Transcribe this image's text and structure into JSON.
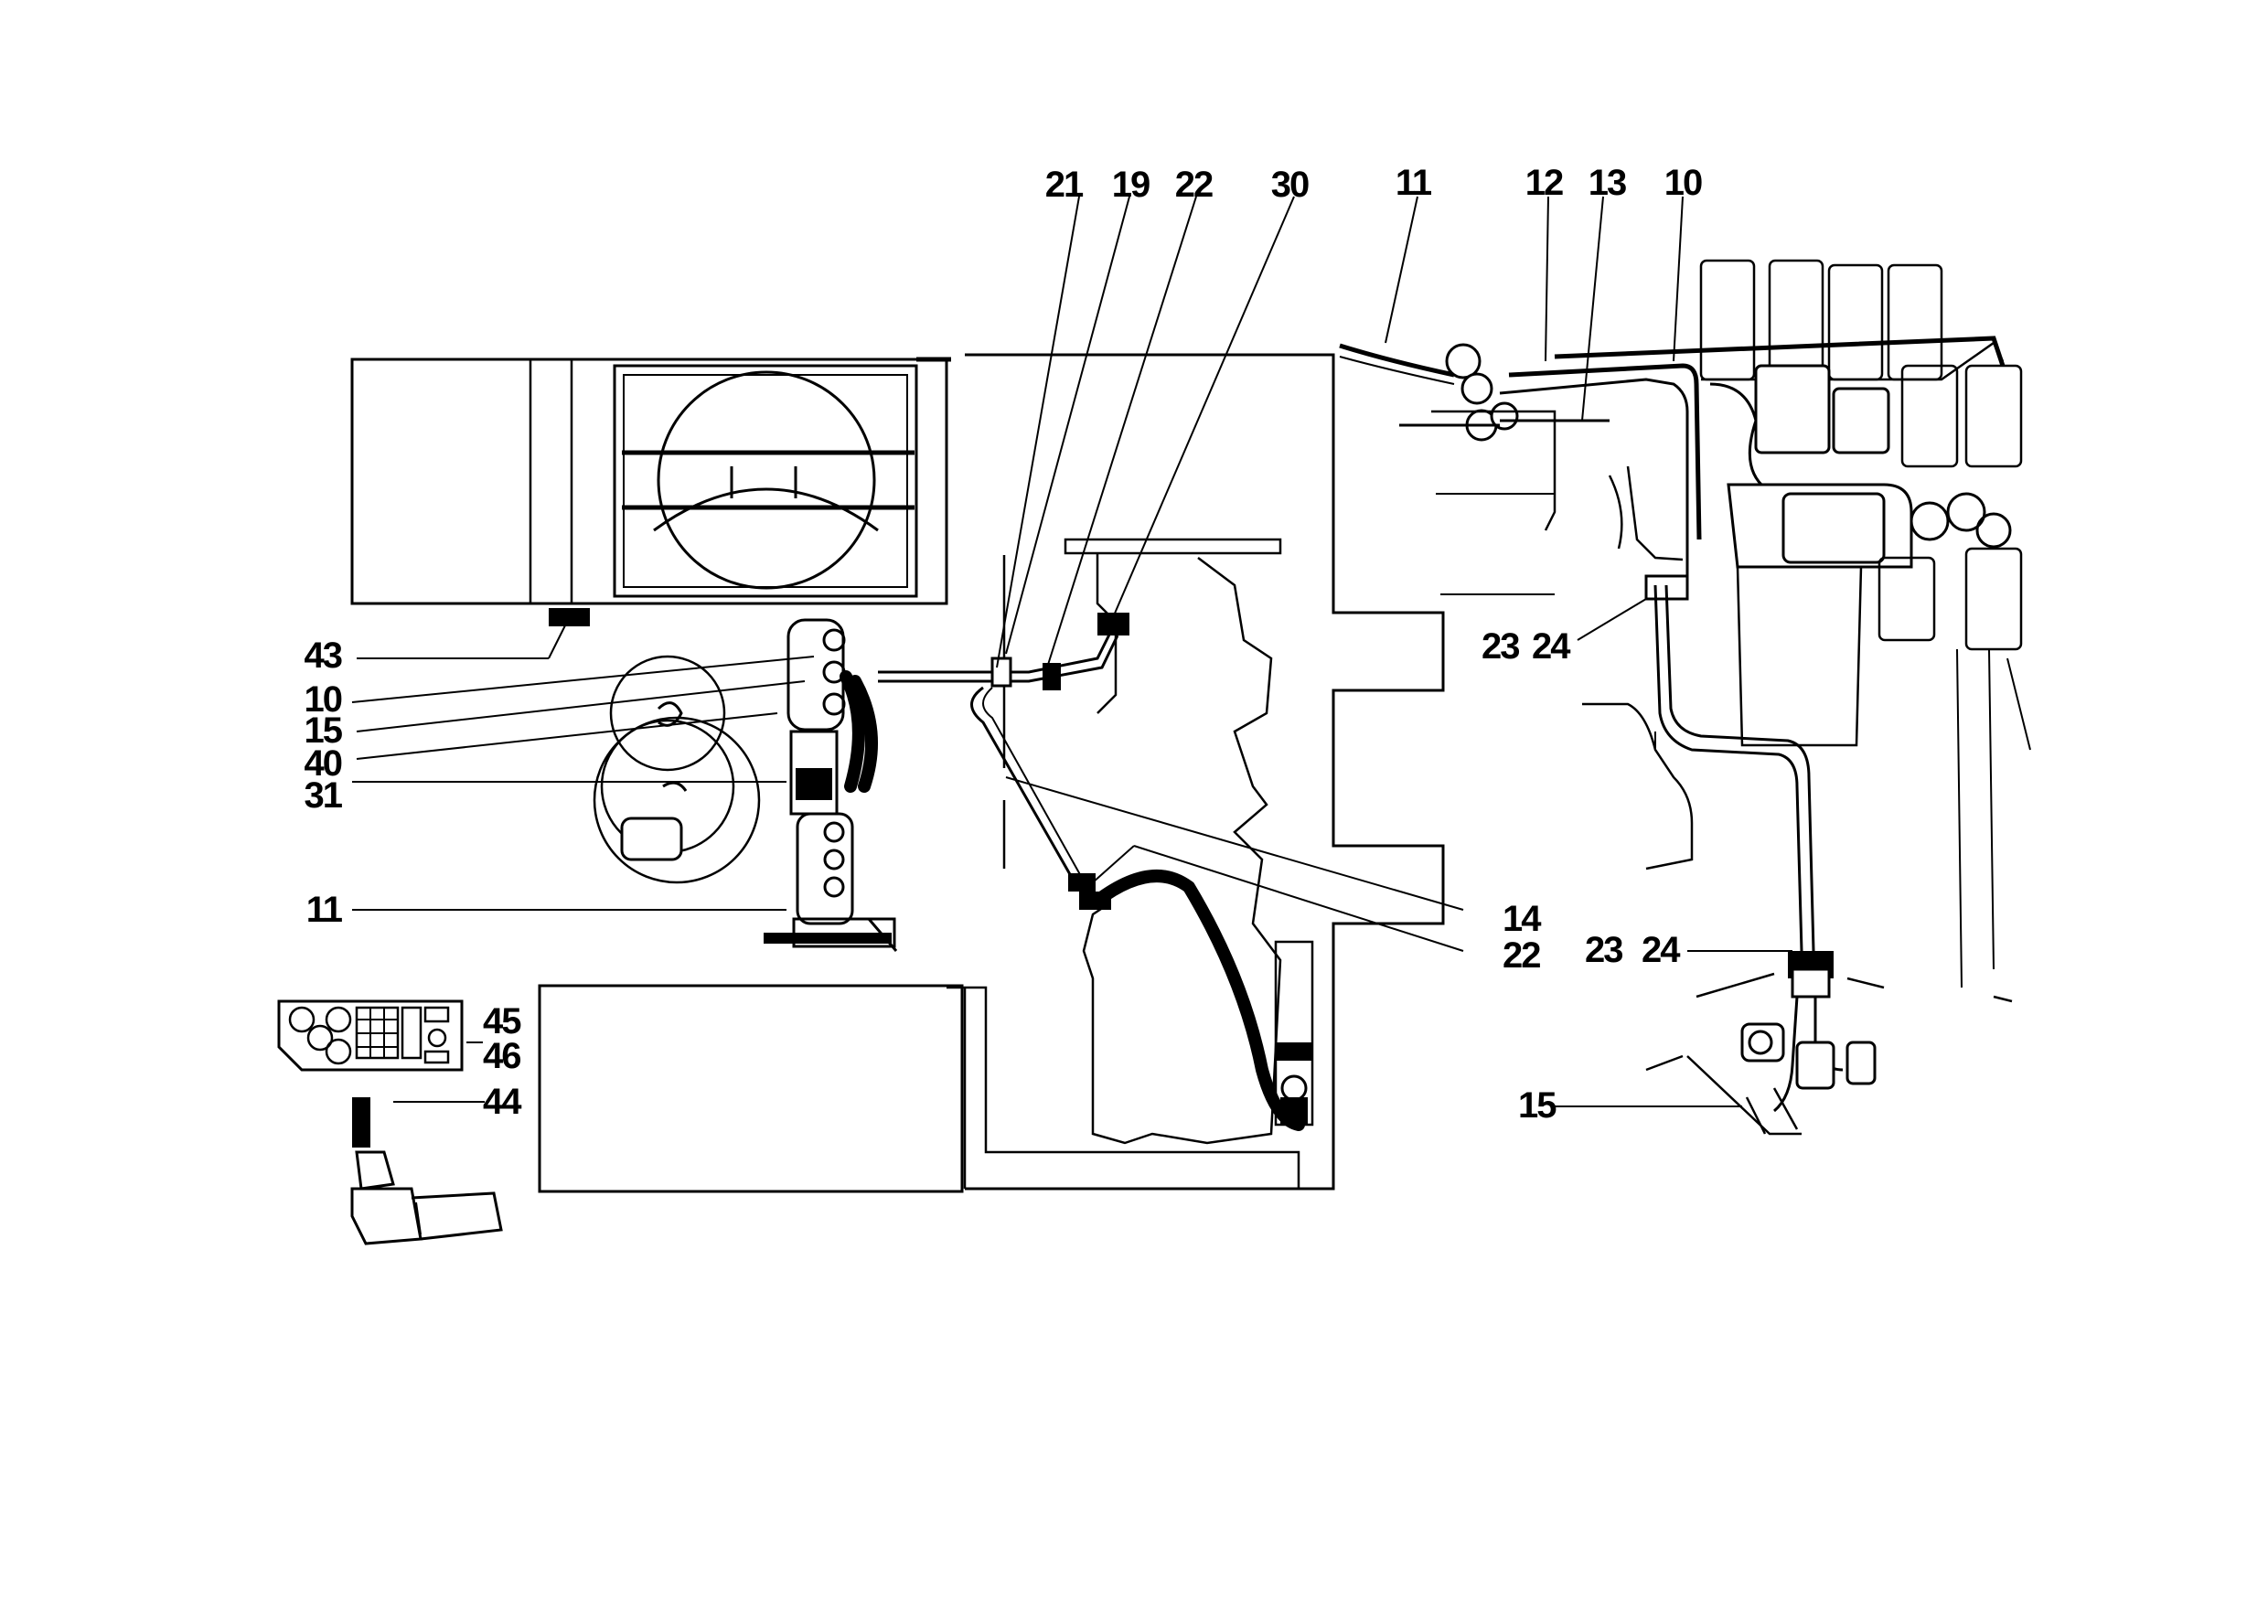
{
  "callouts": [
    {
      "id": "c-21-top",
      "text": "21"
    },
    {
      "id": "c-19-top",
      "text": "19"
    },
    {
      "id": "c-22-top",
      "text": "22"
    },
    {
      "id": "c-30-top",
      "text": "30"
    },
    {
      "id": "c-11-top",
      "text": "11"
    },
    {
      "id": "c-12-top",
      "text": "12"
    },
    {
      "id": "c-13-top",
      "text": "13"
    },
    {
      "id": "c-10-top",
      "text": "10"
    },
    {
      "id": "c-43",
      "text": "43"
    },
    {
      "id": "c-10-left",
      "text": "10"
    },
    {
      "id": "c-15-left",
      "text": "15"
    },
    {
      "id": "c-40",
      "text": "40"
    },
    {
      "id": "c-31",
      "text": "31"
    },
    {
      "id": "c-11-left",
      "text": "11"
    },
    {
      "id": "c-45",
      "text": "45"
    },
    {
      "id": "c-46",
      "text": "46"
    },
    {
      "id": "c-44",
      "text": "44"
    },
    {
      "id": "c-14",
      "text": "14"
    },
    {
      "id": "c-22-mid",
      "text": "22"
    },
    {
      "id": "c-23-upper",
      "text": "23"
    },
    {
      "id": "c-24-upper",
      "text": "24"
    },
    {
      "id": "c-23-lower",
      "text": "23"
    },
    {
      "id": "c-24-lower",
      "text": "24"
    },
    {
      "id": "c-15-right",
      "text": "15"
    }
  ]
}
